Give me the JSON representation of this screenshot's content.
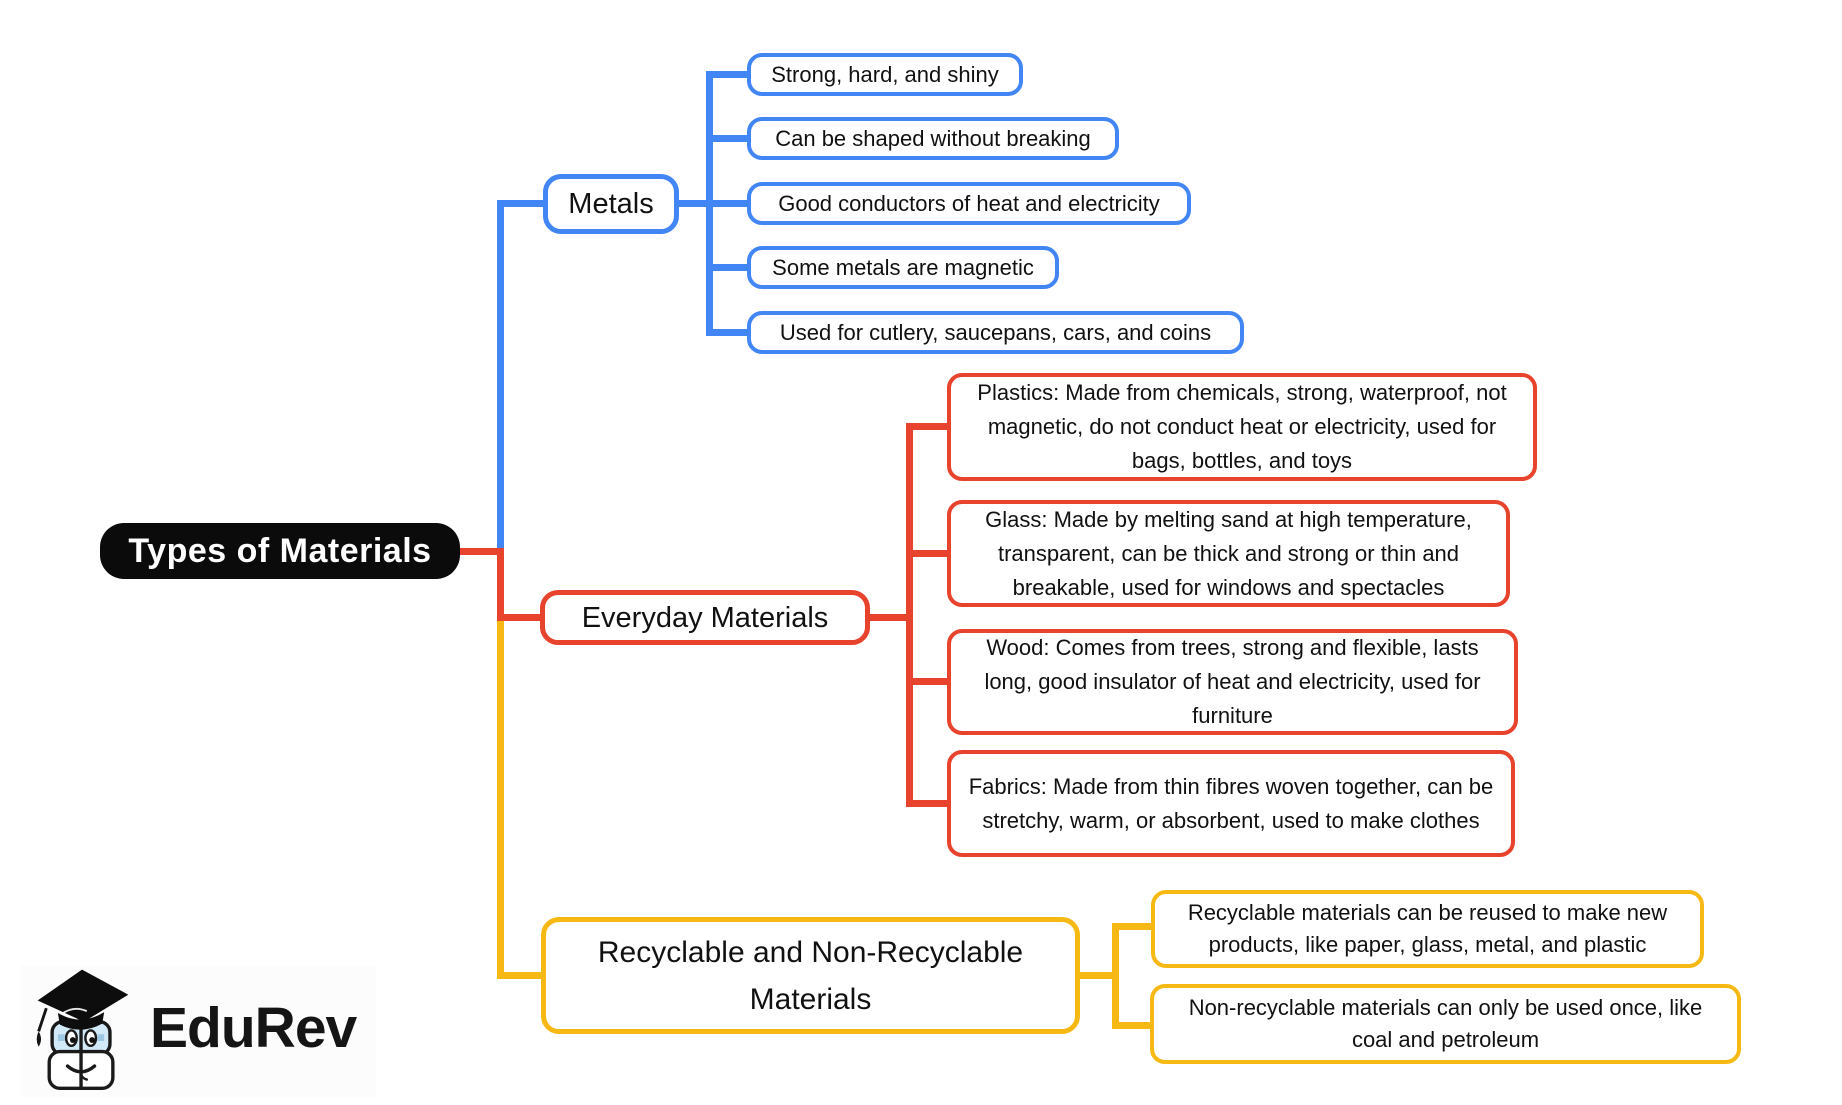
{
  "title": "Types of Materials",
  "colors": {
    "metals_branch": "#4285F4",
    "everyday_branch": "#E8432D",
    "recyclable_branch": "#F6B914",
    "root_background": "#0B0B0B",
    "root_text": "#FFFFFF"
  },
  "root": {
    "label": "Types of Materials"
  },
  "branches": [
    {
      "id": "metals",
      "label": "Metals",
      "color": "#4285F4",
      "leaves": [
        "Strong, hard, and shiny",
        "Can be shaped without breaking",
        "Good conductors of heat and electricity",
        "Some metals are magnetic",
        "Used for cutlery, saucepans, cars, and coins"
      ]
    },
    {
      "id": "everyday-materials",
      "label": "Everyday Materials",
      "color": "#E8432D",
      "leaves": [
        "Plastics: Made from chemicals, strong, waterproof, not magnetic, do not conduct heat or electricity, used for bags, bottles, and toys",
        "Glass: Made by melting sand at high temperature, transparent, can be thick and strong or thin and breakable, used for windows and spectacles",
        "Wood: Comes from trees, strong and flexible, lasts long, good insulator of heat and electricity, used for furniture",
        "Fabrics: Made from thin fibres woven together, can be stretchy, warm, or absorbent, used to make clothes"
      ]
    },
    {
      "id": "recyclable-non-recyclable",
      "label": "Recyclable and Non-Recyclable Materials",
      "color": "#F6B914",
      "leaves": [
        "Recyclable materials can be reused to make new products, like paper, glass, metal, and plastic",
        "Non-recyclable materials can only be used once, like coal and petroleum"
      ]
    }
  ],
  "logo": {
    "text": "EduRev",
    "mascot": "edurev-books-graduation-cap-mascot"
  }
}
